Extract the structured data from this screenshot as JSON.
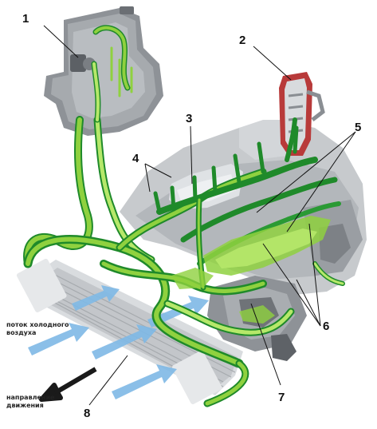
{
  "callouts": [
    "1",
    "2",
    "3",
    "4",
    "5",
    "6",
    "7",
    "8"
  ],
  "captions": {
    "cold_air_flow": [
      "поток холодного",
      "воздуха"
    ],
    "direction_of_travel": [
      "направление",
      "движения"
    ]
  },
  "colors": {
    "coolant_light": "#8fd13f",
    "coolant_dark": "#1f8a2a",
    "coolant_bright": "#b6e86a",
    "engine_metal": "#b9bcc0",
    "engine_shadow": "#8a8e93",
    "air_arrow": "#7fb9e6",
    "hot_part": "#b83a3a",
    "leader_line": "#111111"
  }
}
